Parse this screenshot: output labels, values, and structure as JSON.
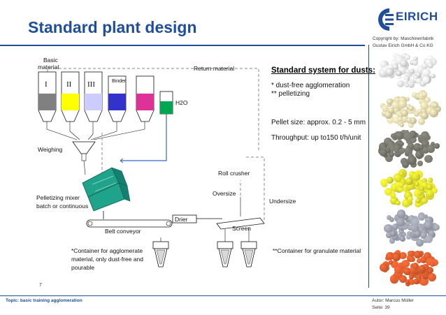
{
  "header": {
    "title": "Standard plant design",
    "logo_text": "EIRICH",
    "copyright_line1": "Copyright by: Maschinenfabrik",
    "copyright_line2": "Gustav Eirich GmbH & Co KG"
  },
  "footer": {
    "topic": "Topic: basic training agglomeration",
    "author": "Autor: Marcus Müller",
    "page": "Seite: 39",
    "slide_number": "7"
  },
  "diagram": {
    "basic_material": [
      "Basic",
      "material"
    ],
    "silos": [
      {
        "label": "I",
        "fill_color": "#808080"
      },
      {
        "label": "II",
        "fill_color": "#ffff00"
      },
      {
        "label": "III",
        "fill_color": "#ccccff"
      },
      {
        "label": "Binder",
        "fill_color": "#3333cc"
      },
      {
        "label": "",
        "fill_color": "#dd3399"
      }
    ],
    "water_tank": {
      "label": "H2O",
      "fill_color": "#00a651"
    },
    "weighing_label": "Weighing",
    "mixer_label": [
      "Pelletizing mixer",
      "batch or continuous"
    ],
    "mixer_color": "#1fa38a",
    "belt_label": "Belt conveyor",
    "drier_label": "Drier",
    "screen_label": "Screen",
    "oversize_label": "Oversize",
    "undersize_label": "Undersize",
    "roll_crusher_label": "Roll crusher",
    "return_label": "Return material",
    "container_note_1": [
      "*Container for agglomerate",
      "material, only dust-free and",
      "pourable"
    ],
    "container_note_2": "**Container for granulate material"
  },
  "info": {
    "heading": "Standard system for dusts:",
    "line1": "*  dust-free agglomeration",
    "line2": "** pelletizing",
    "pellet_size": "Pellet size: approx. 0.2 - 5 mm",
    "throughput": "Throughput:  up to150 t/h/unit"
  },
  "colors": {
    "brand_blue": "#1f4e9b",
    "water_line": "#3366cc"
  },
  "samples": [
    {
      "name": "white-pellets",
      "color": "#e8e8e8"
    },
    {
      "name": "beige-pellets",
      "color": "#e4d8b0"
    },
    {
      "name": "gray-pellets",
      "color": "#7a7a70"
    },
    {
      "name": "yellow-pellets",
      "color": "#e0e030"
    },
    {
      "name": "silver-pellets",
      "color": "#a0a4b0"
    },
    {
      "name": "orange-pellets",
      "color": "#e06030"
    }
  ]
}
